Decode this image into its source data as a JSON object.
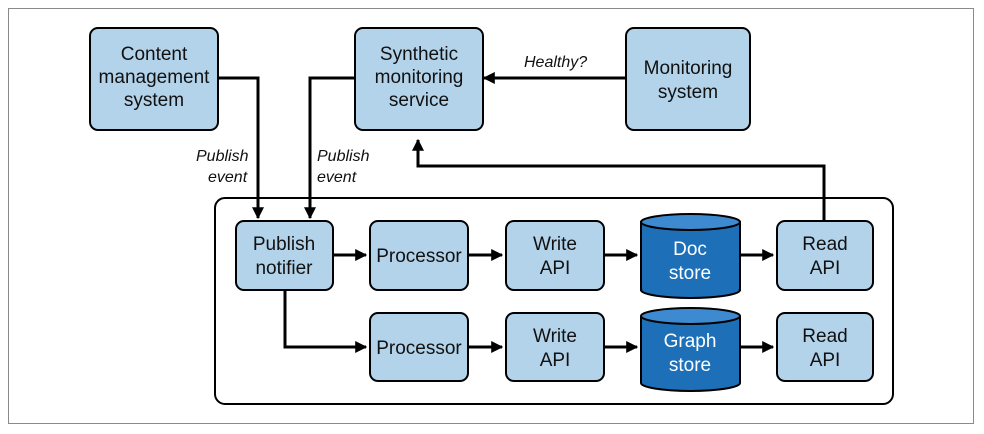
{
  "nodes": {
    "cms": [
      "Content",
      "management",
      "system"
    ],
    "synthetic": [
      "Synthetic",
      "monitoring",
      "service"
    ],
    "monitoring": [
      "Monitoring",
      "system"
    ],
    "publish_notifier": [
      "Publish",
      "notifier"
    ],
    "processor_top": [
      "Processor"
    ],
    "write_api_top": [
      "Write",
      "API"
    ],
    "doc_store": [
      "Doc",
      "store"
    ],
    "read_api_top": [
      "Read",
      "API"
    ],
    "processor_bottom": [
      "Processor"
    ],
    "write_api_bottom": [
      "Write",
      "API"
    ],
    "graph_store": [
      "Graph",
      "store"
    ],
    "read_api_bottom": [
      "Read",
      "API"
    ]
  },
  "edge_labels": {
    "healthy": "Healthy?",
    "publish_event_cms": [
      "Publish",
      "event"
    ],
    "publish_event_synthetic": [
      "Publish",
      "event"
    ]
  },
  "colors": {
    "box_fill": "#b3d3ea",
    "store_fill": "#1d6fb8",
    "line": "#000000"
  }
}
